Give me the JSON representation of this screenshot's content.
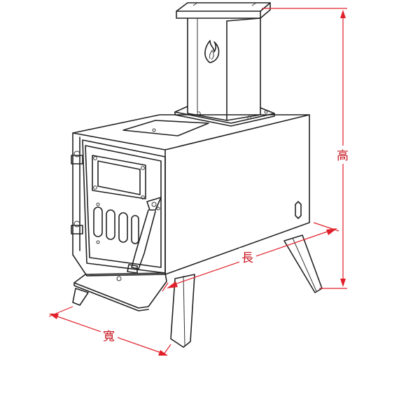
{
  "dimensions": {
    "height_label": "高",
    "length_label": "長",
    "width_label": "寬"
  },
  "colors": {
    "dimension_line": "#e0202a",
    "outline": "#222222",
    "background": "#ffffff"
  },
  "icons": {
    "chimney_emblem": "flame-icon"
  }
}
